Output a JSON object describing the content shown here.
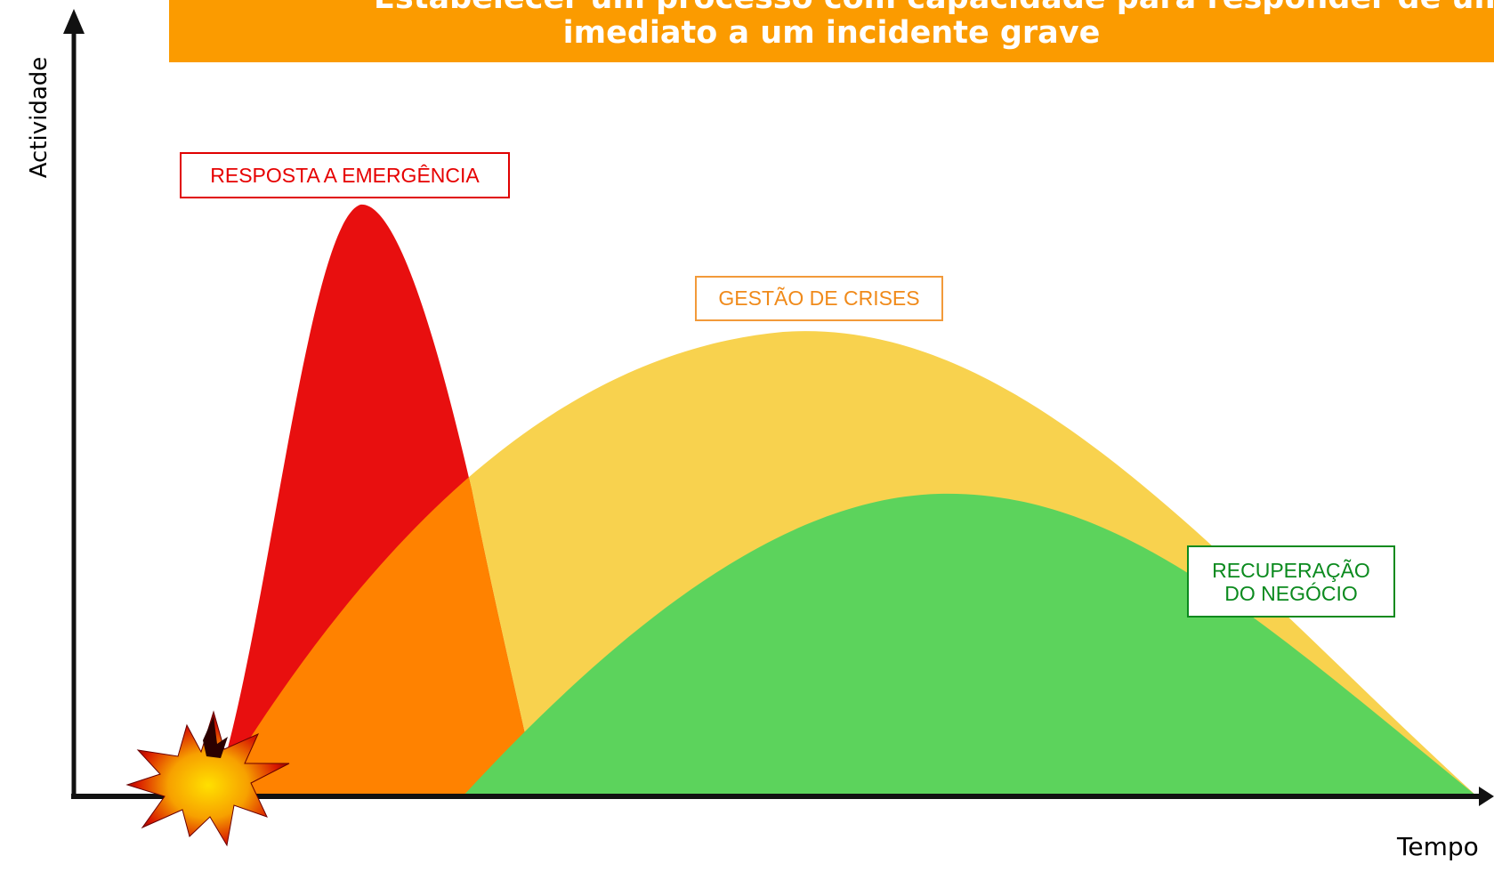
{
  "title": {
    "line1": "Estabelecer um processo com capacidade para responder de um modo",
    "line2": "imediato a um incidente grave"
  },
  "axes": {
    "y_label": "Actividade",
    "x_label": "Tempo"
  },
  "phases": {
    "emergency": "RESPOSTA  A EMERGÊNCIA",
    "crisis": "GESTÃO DE CRISES",
    "recovery_line1": "RECUPERAÇÃO",
    "recovery_line2": "DO NEGÓCIO"
  },
  "colors": {
    "banner": "#fb9b00",
    "emergency": "#e80f0f",
    "crisis": "#f8d24e",
    "overlap": "#ff8200",
    "recovery": "#5cd35c",
    "incident_icon": "explosion-icon"
  }
}
